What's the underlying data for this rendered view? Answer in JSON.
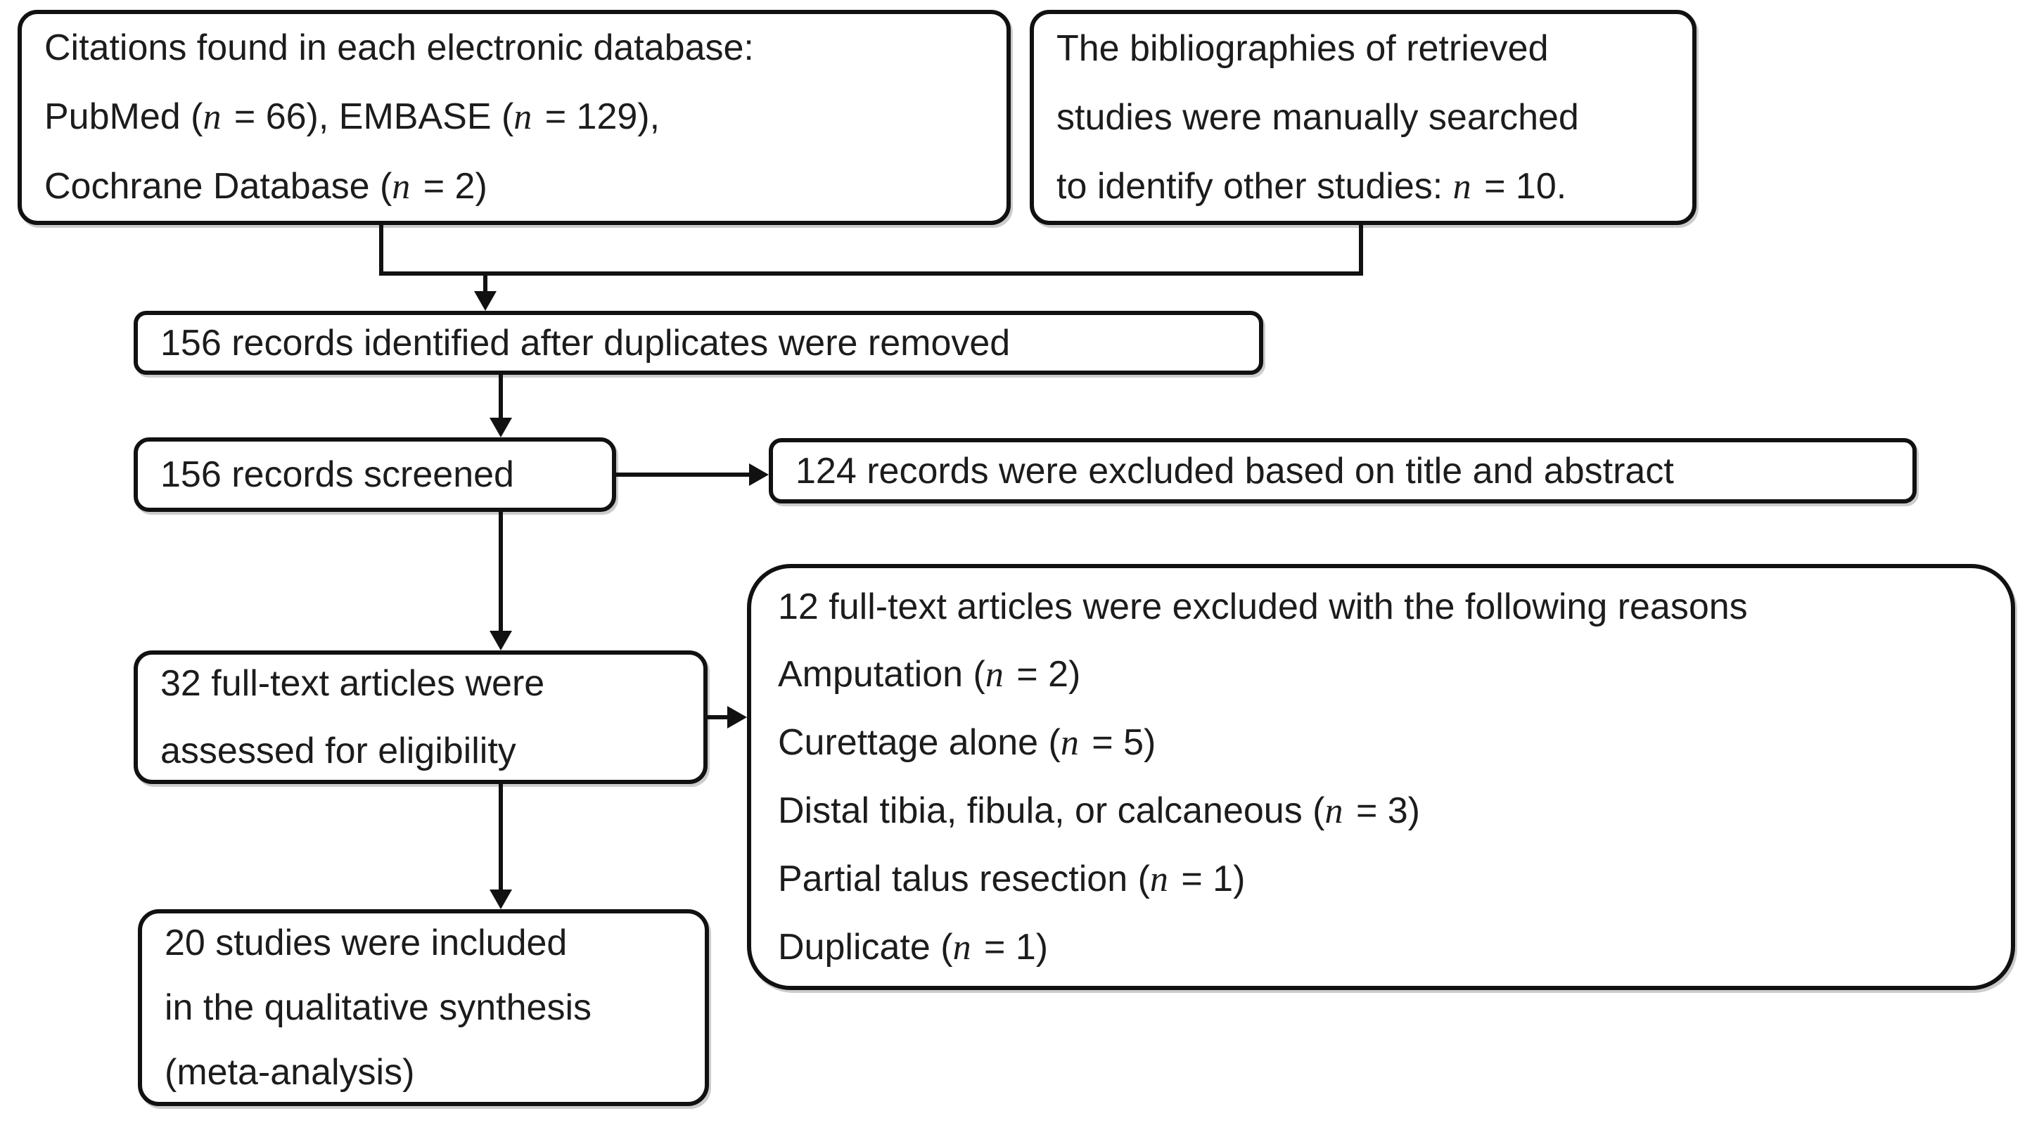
{
  "diagram": {
    "kind": "study-selection-flowchart",
    "colors": {
      "line": "#111111",
      "text": "#1c1c1c",
      "background": "#ffffff"
    },
    "boxes": {
      "databases": {
        "lines": [
          "Citations found in each electronic database:",
          "PubMed (n = 66), EMBASE (n = 129),",
          "Cochrane Database (n = 2)"
        ]
      },
      "manual_search": {
        "lines": [
          "The bibliographies of retrieved",
          "studies were manually searched",
          "to identify other studies: n = 10."
        ]
      },
      "identified": {
        "text": "156 records identified after duplicates were removed"
      },
      "screened": {
        "text": "156 records screened"
      },
      "excluded_title_abstract": {
        "text": "124 records were excluded based on title and abstract"
      },
      "fulltext_assessed": {
        "lines": [
          "32 full-text articles were",
          "assessed for eligibility"
        ]
      },
      "fulltext_excluded": {
        "lines": [
          "12 full-text articles were excluded with the following reasons",
          "Amputation (n = 2)",
          "Curettage alone (n = 5)",
          "Distal tibia, fibula, or calcaneous (n = 3)",
          "Partial talus resection (n = 1)",
          "Duplicate (n = 1)"
        ]
      },
      "included": {
        "lines": [
          "20 studies were included",
          "in the qualitative synthesis",
          "(meta-analysis)"
        ]
      }
    }
  }
}
